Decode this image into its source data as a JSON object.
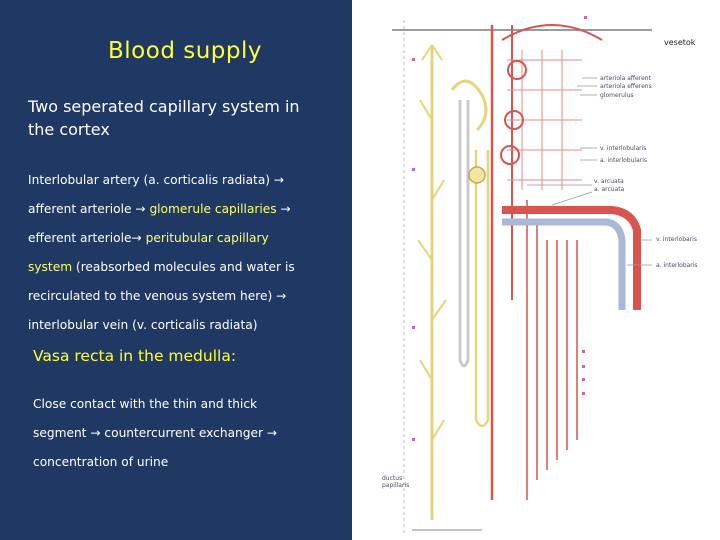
{
  "slide": {
    "title": "Blood supply",
    "subtitle": "Two seperated capillary system in the cortex",
    "lines": [
      {
        "a": "Interlobular artery  (a. corticalis radiata) →",
        "b": "",
        "c": ""
      },
      {
        "a": "afferent arteriole → ",
        "b": "glomerule capillaries",
        "c": " →"
      },
      {
        "a": "efferent arteriole→  ",
        "b": "peritubular capillary",
        "c": ""
      },
      {
        "a": "",
        "b": "system",
        "c": " (reabsorbed molecules and water is"
      },
      {
        "a": "recirculated to the venous system here) →",
        "b": "",
        "c": ""
      },
      {
        "a": "interlobular vein (v. corticalis radiata)",
        "b": "",
        "c": ""
      }
    ],
    "medulla_heading": "Vasa recta in the medulla:",
    "medulla_lines": [
      "Close contact with the thin and thick",
      "segment → countercurrent exchanger →",
      "concentration of urine"
    ]
  },
  "figure": {
    "labels": {
      "top_right": "vesetok",
      "aff": "arteriola afferent",
      "eff": "arteriola efferens",
      "glom": "glomerulus",
      "v_interlob": "v. interlobularis",
      "a_interlob": "a. interlobularis",
      "v_arc": "v. arcuata",
      "a_arc": "a. arcuata",
      "v_interlobaris": "v. interlobaris",
      "a_interlobaris": "a. interlobaris",
      "ductus": "ductus papillaris"
    },
    "colors": {
      "artery": "#d9534f",
      "vein": "#aab8d8",
      "tubule": "#e8d37a",
      "pointer": "#cc66aa"
    }
  }
}
